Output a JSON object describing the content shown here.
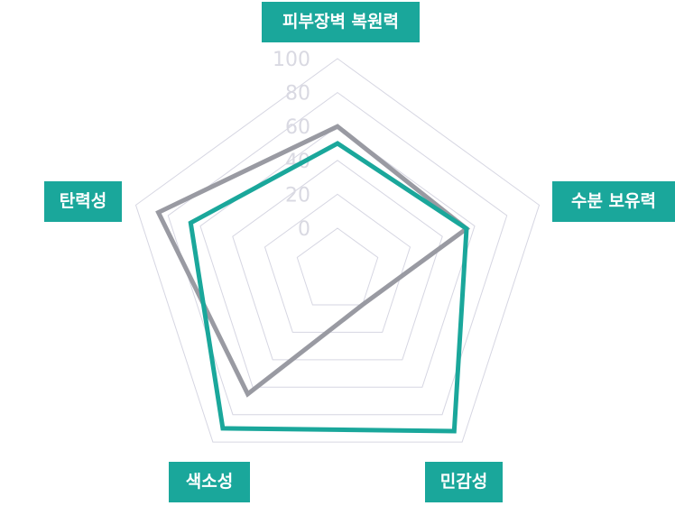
{
  "chart_data": {
    "type": "radar",
    "axes": [
      "피부장벽 복원력",
      "수분 보유력",
      "민감성",
      "색소성",
      "탄력성"
    ],
    "ticks": [
      "0",
      "20",
      "40",
      "60",
      "80",
      "100"
    ],
    "range": [
      0,
      100
    ],
    "series": [
      {
        "color": "#999aa2",
        "values": [
          60,
          55,
          0,
          65,
          86
        ]
      },
      {
        "color": "#1aa79b",
        "values": [
          50,
          55,
          92,
          90,
          66
        ]
      }
    ],
    "grid_color": "#d6d6e2"
  }
}
